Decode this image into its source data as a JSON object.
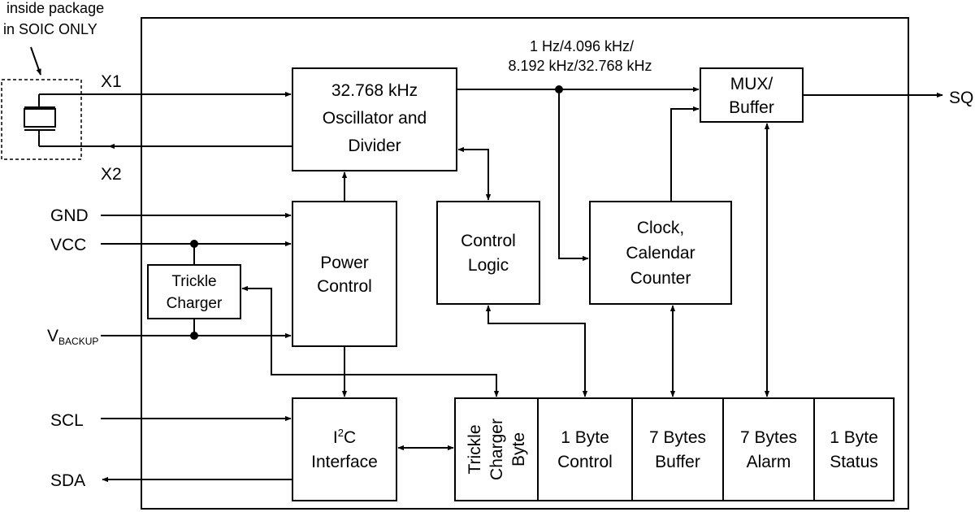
{
  "diagram": {
    "note": {
      "line1": "inside package",
      "line2": "in SOIC ONLY"
    },
    "pins": {
      "x1": "X1",
      "x2": "X2",
      "gnd": "GND",
      "vcc": "VCC",
      "vbackup_main": "V",
      "vbackup_sub": "BACKUP",
      "scl": "SCL",
      "sda": "SDA",
      "sq": "SQ"
    },
    "freq_label": {
      "line1": "1 Hz/4.096 kHz/",
      "line2": "8.192 kHz/32.768 kHz"
    },
    "blocks": {
      "oscillator": [
        "32.768 kHz",
        "Oscillator and",
        "Divider"
      ],
      "mux": [
        "MUX/",
        "Buffer"
      ],
      "power": [
        "Power",
        "Control"
      ],
      "trickle_charger": [
        "Trickle",
        "Charger"
      ],
      "control_logic": [
        "Control",
        "Logic"
      ],
      "clock": [
        "Clock,",
        "Calendar",
        "Counter"
      ],
      "i2c_main": "I",
      "i2c_sup": "2",
      "i2c_rest": "C",
      "i2c_line2": "Interface"
    },
    "registers": {
      "trickle_byte": [
        "Trickle",
        "Charger",
        "Byte"
      ],
      "control": [
        "1 Byte",
        "Control"
      ],
      "buffer": [
        "7 Bytes",
        "Buffer"
      ],
      "alarm": [
        "7 Bytes",
        "Alarm"
      ],
      "status": [
        "1 Byte",
        "Status"
      ]
    }
  }
}
